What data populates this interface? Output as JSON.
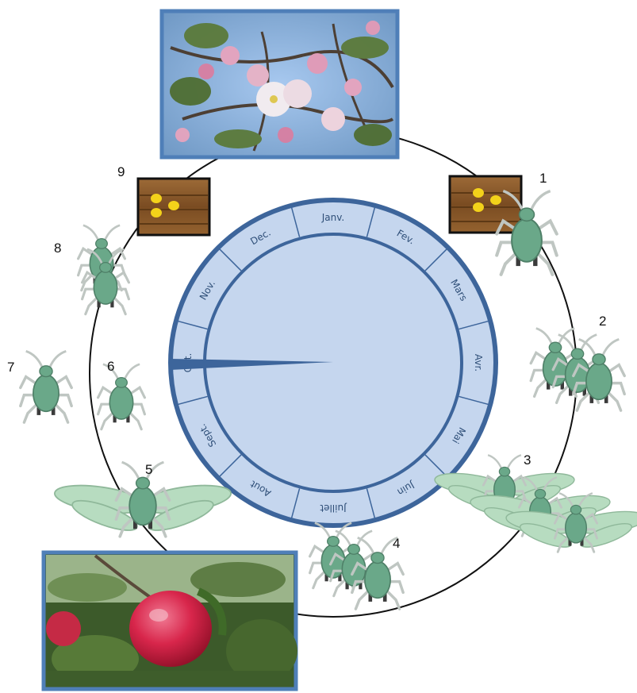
{
  "steps": [
    "1",
    "2",
    "3",
    "4",
    "5",
    "6",
    "7",
    "8",
    "9"
  ],
  "months": [
    "Janv.",
    "Fev.",
    "Mars",
    "Avr.",
    "Mai",
    "Juin",
    "Juillet",
    "Aout",
    "Sept.",
    "Oct.",
    "Nov.",
    "Dec."
  ],
  "colors": {
    "dial_fill": "#c5d6ee",
    "dial_border": "#3d659b",
    "aphid_body": "#6aa889",
    "aphid_wing": "#b7dcc0",
    "leg": "#bfc6c2",
    "wood": "#8b5a2b",
    "egg": "#f3d21a"
  }
}
